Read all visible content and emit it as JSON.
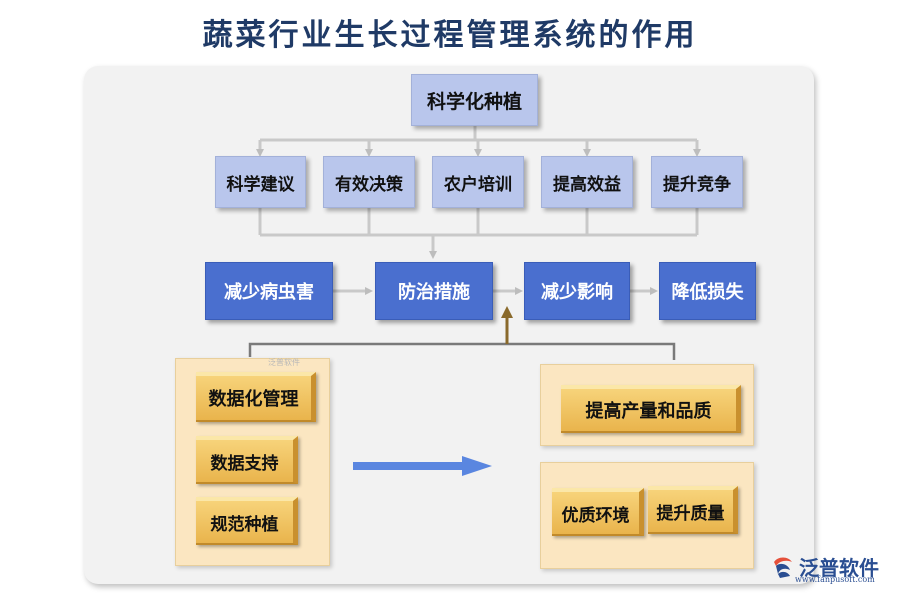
{
  "title": "蔬菜行业生长过程管理系统的作用",
  "top_node": "科学化种植",
  "benefits": [
    "科学建议",
    "有效决策",
    "农户培训",
    "提高效益",
    "提升竞争"
  ],
  "flow": [
    "减少病虫害",
    "防治措施",
    "减少影响",
    "降低损失"
  ],
  "left_stack": [
    "数据化管理",
    "数据支持",
    "规范种植"
  ],
  "right_top": "提高产量和品质",
  "right_bottom": [
    "优质环境",
    "提升质量"
  ],
  "watermark": "泛普软件",
  "logo": {
    "text": "泛普软件",
    "url": "www.fanpusoft.com"
  },
  "colors": {
    "title": "#1f3a66",
    "lavender": "#b9c6ec",
    "blue": "#4a6fcf",
    "gold": "#e9b44c",
    "arrow": "#5a86e0"
  }
}
